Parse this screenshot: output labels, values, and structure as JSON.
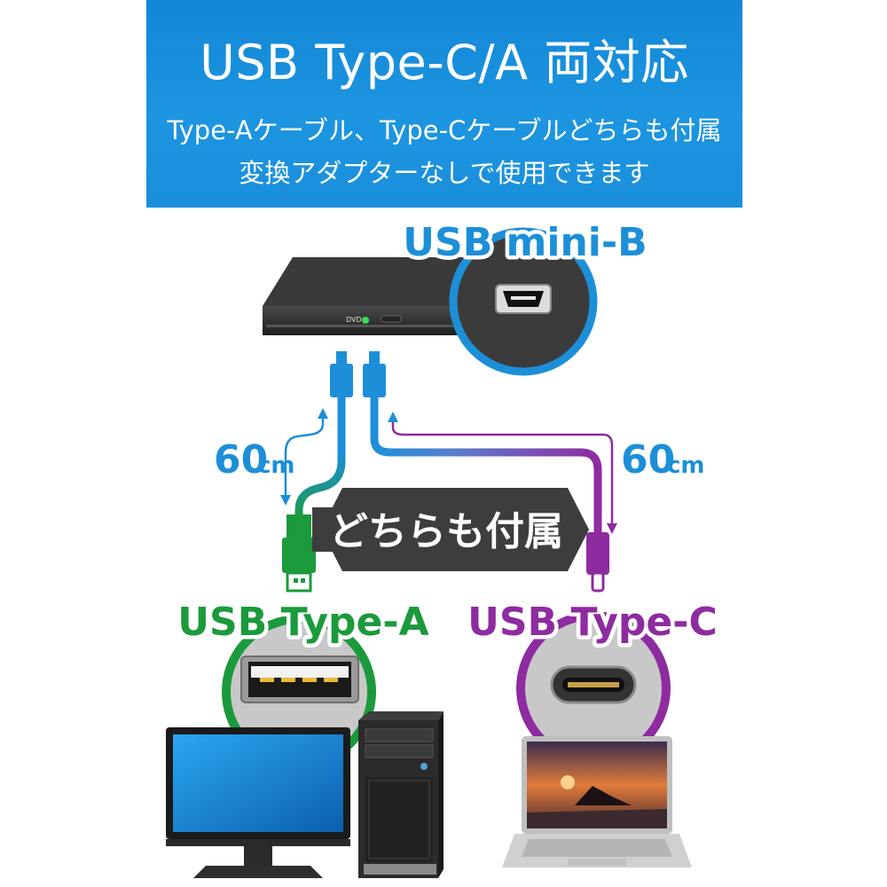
{
  "banner": {
    "title": "USB Type-C/A 両対応",
    "line1": "Type-Aケーブル、Type-Cケーブルどちらも付属",
    "line2": "変換アダプターなしで使用できます",
    "color": "#1a8fdc"
  },
  "ports": {
    "mini_b": "USB mini-B",
    "type_a": "USB Type-A",
    "type_c": "USB Type-C"
  },
  "cables": {
    "left_length": "60",
    "left_unit": "cm",
    "right_length": "60",
    "right_unit": "cm"
  },
  "included_badge": "どちらも付属",
  "device": {
    "logo": "DVD"
  },
  "colors": {
    "blue": "#1d8fd8",
    "green": "#1b9a3c",
    "purple": "#8e2ba0",
    "badge": "#3d3d3d"
  },
  "icons": [
    "optical-drive-icon",
    "mini-b-port-icon",
    "type-a-port-icon",
    "type-c-port-icon",
    "desktop-monitor-icon",
    "tower-pc-icon",
    "laptop-icon"
  ]
}
